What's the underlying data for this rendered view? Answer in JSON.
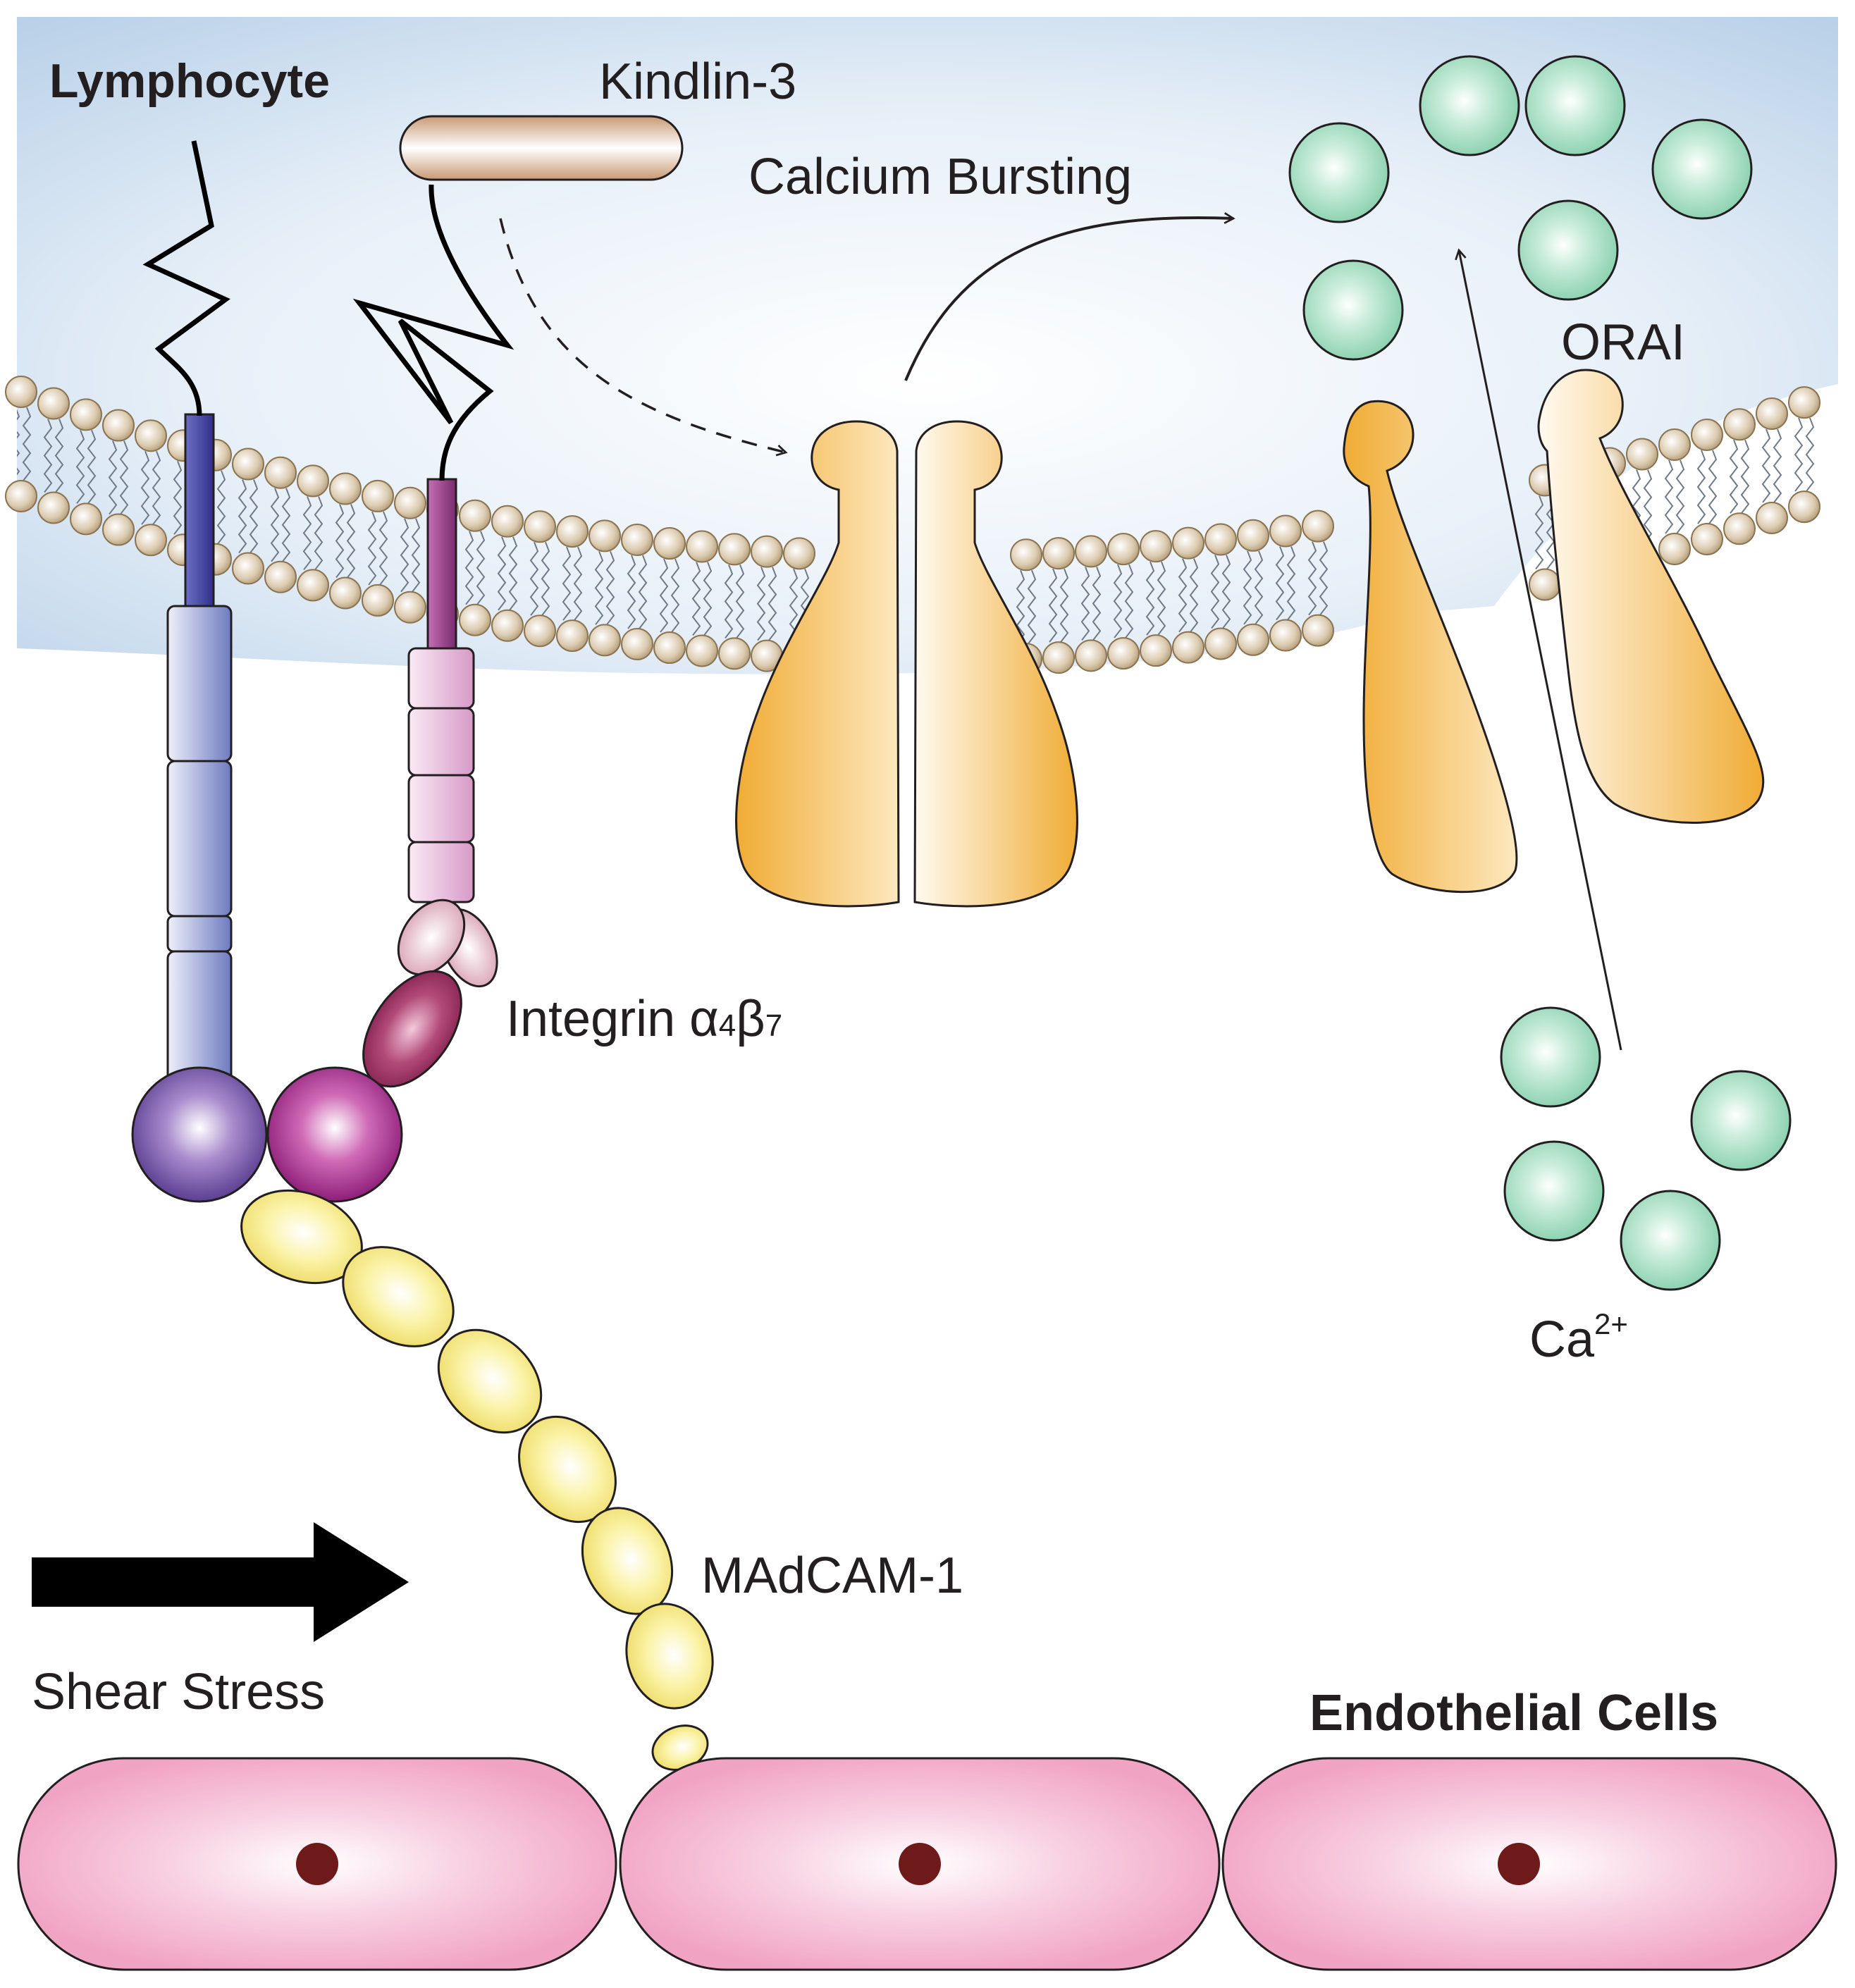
{
  "labels": {
    "lymphocyte": "Lymphocyte",
    "kindlin": "Kindlin-3",
    "calcium_bursting": "Calcium Bursting",
    "orai": "ORAI",
    "integrin_prefix": "Integrin α",
    "integrin_sub_alpha": "4",
    "integrin_beta": "β",
    "integrin_sub_beta": "7",
    "calcium_ion": "Ca",
    "calcium_charge": "2+",
    "madcam": "MAdCAM-1",
    "shear_stress": "Shear Stress",
    "endothelial": "Endothelial Cells"
  },
  "colors": {
    "cytoplasm": "#c7dcee",
    "lipid_head": "#d6c3a0",
    "orai_channel": "#f2b342",
    "calcium_ion": "#9fdcc0",
    "alpha4_subunit": "#7a86c0",
    "beta7_subunit": "#b24b9a",
    "madcam": "#f5ec8a",
    "endothelial_cell": "#f4a6c6",
    "nucleus": "#6e1a1a",
    "kindlin": "#e8c4a0",
    "shear_arrow": "#000000"
  }
}
